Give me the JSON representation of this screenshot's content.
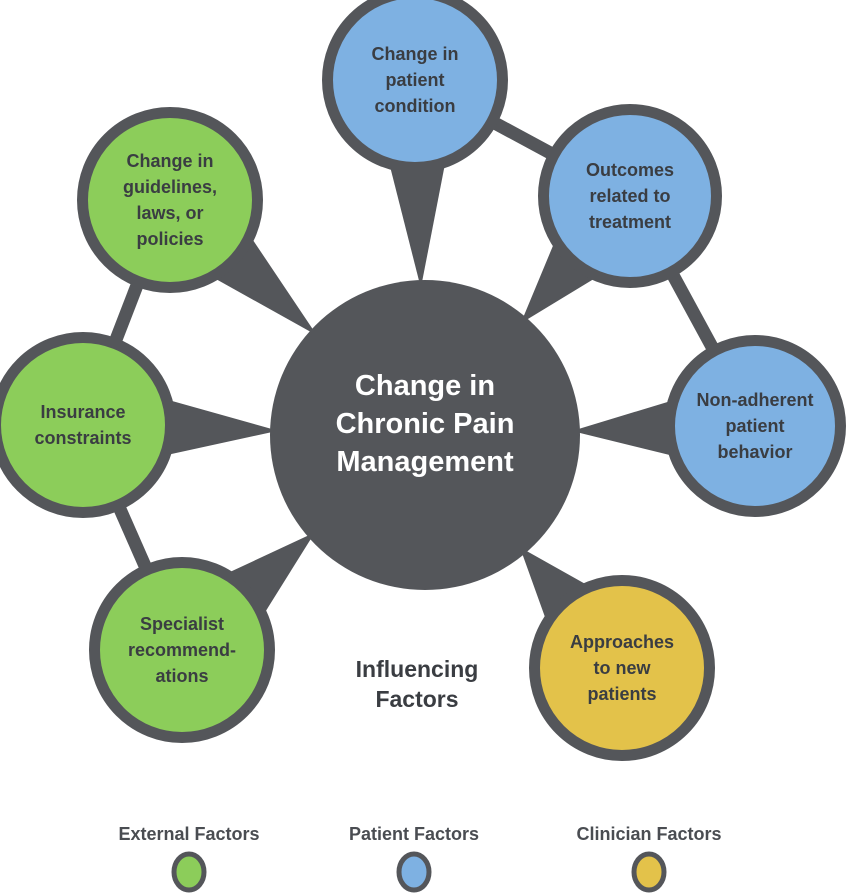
{
  "colors": {
    "outline": "#54565a",
    "center_fill": "#54565a",
    "external": "#8ccd5a",
    "patient": "#7eb1e2",
    "clinician": "#e3c24a",
    "text_dark": "#3a3d42",
    "text_light": "#ffffff"
  },
  "center": {
    "lines": [
      "Change in",
      "Chronic Pain",
      "Management"
    ]
  },
  "caption": {
    "lines": [
      "Influencing",
      "Factors"
    ]
  },
  "nodes": [
    {
      "id": "change-in-patient-condition",
      "category": "patient",
      "lines": [
        "Change in",
        "patient",
        "condition"
      ]
    },
    {
      "id": "outcomes-related-to-treatment",
      "category": "patient",
      "lines": [
        "Outcomes",
        "related to",
        "treatment"
      ]
    },
    {
      "id": "non-adherent-patient-behavior",
      "category": "patient",
      "lines": [
        "Non-adherent",
        "patient",
        "behavior"
      ]
    },
    {
      "id": "approaches-to-new-patients",
      "category": "clinician",
      "lines": [
        "Approaches",
        "to new",
        "patients"
      ]
    },
    {
      "id": "specialist-recommendations",
      "category": "external",
      "lines": [
        "Specialist",
        "recommend-",
        "ations"
      ]
    },
    {
      "id": "insurance-constraints",
      "category": "external",
      "lines": [
        "Insurance",
        "constraints"
      ]
    },
    {
      "id": "change-in-guidelines",
      "category": "external",
      "lines": [
        "Change in",
        "guidelines,",
        "laws, or",
        "policies"
      ]
    }
  ],
  "links": [
    [
      "change-in-patient-condition",
      "outcomes-related-to-treatment"
    ],
    [
      "outcomes-related-to-treatment",
      "non-adherent-patient-behavior"
    ],
    [
      "change-in-guidelines",
      "insurance-constraints"
    ],
    [
      "insurance-constraints",
      "specialist-recommendations"
    ]
  ],
  "legend": [
    {
      "category": "external",
      "label": "External Factors"
    },
    {
      "category": "patient",
      "label": "Patient Factors"
    },
    {
      "category": "clinician",
      "label": "Clinician Factors"
    }
  ]
}
